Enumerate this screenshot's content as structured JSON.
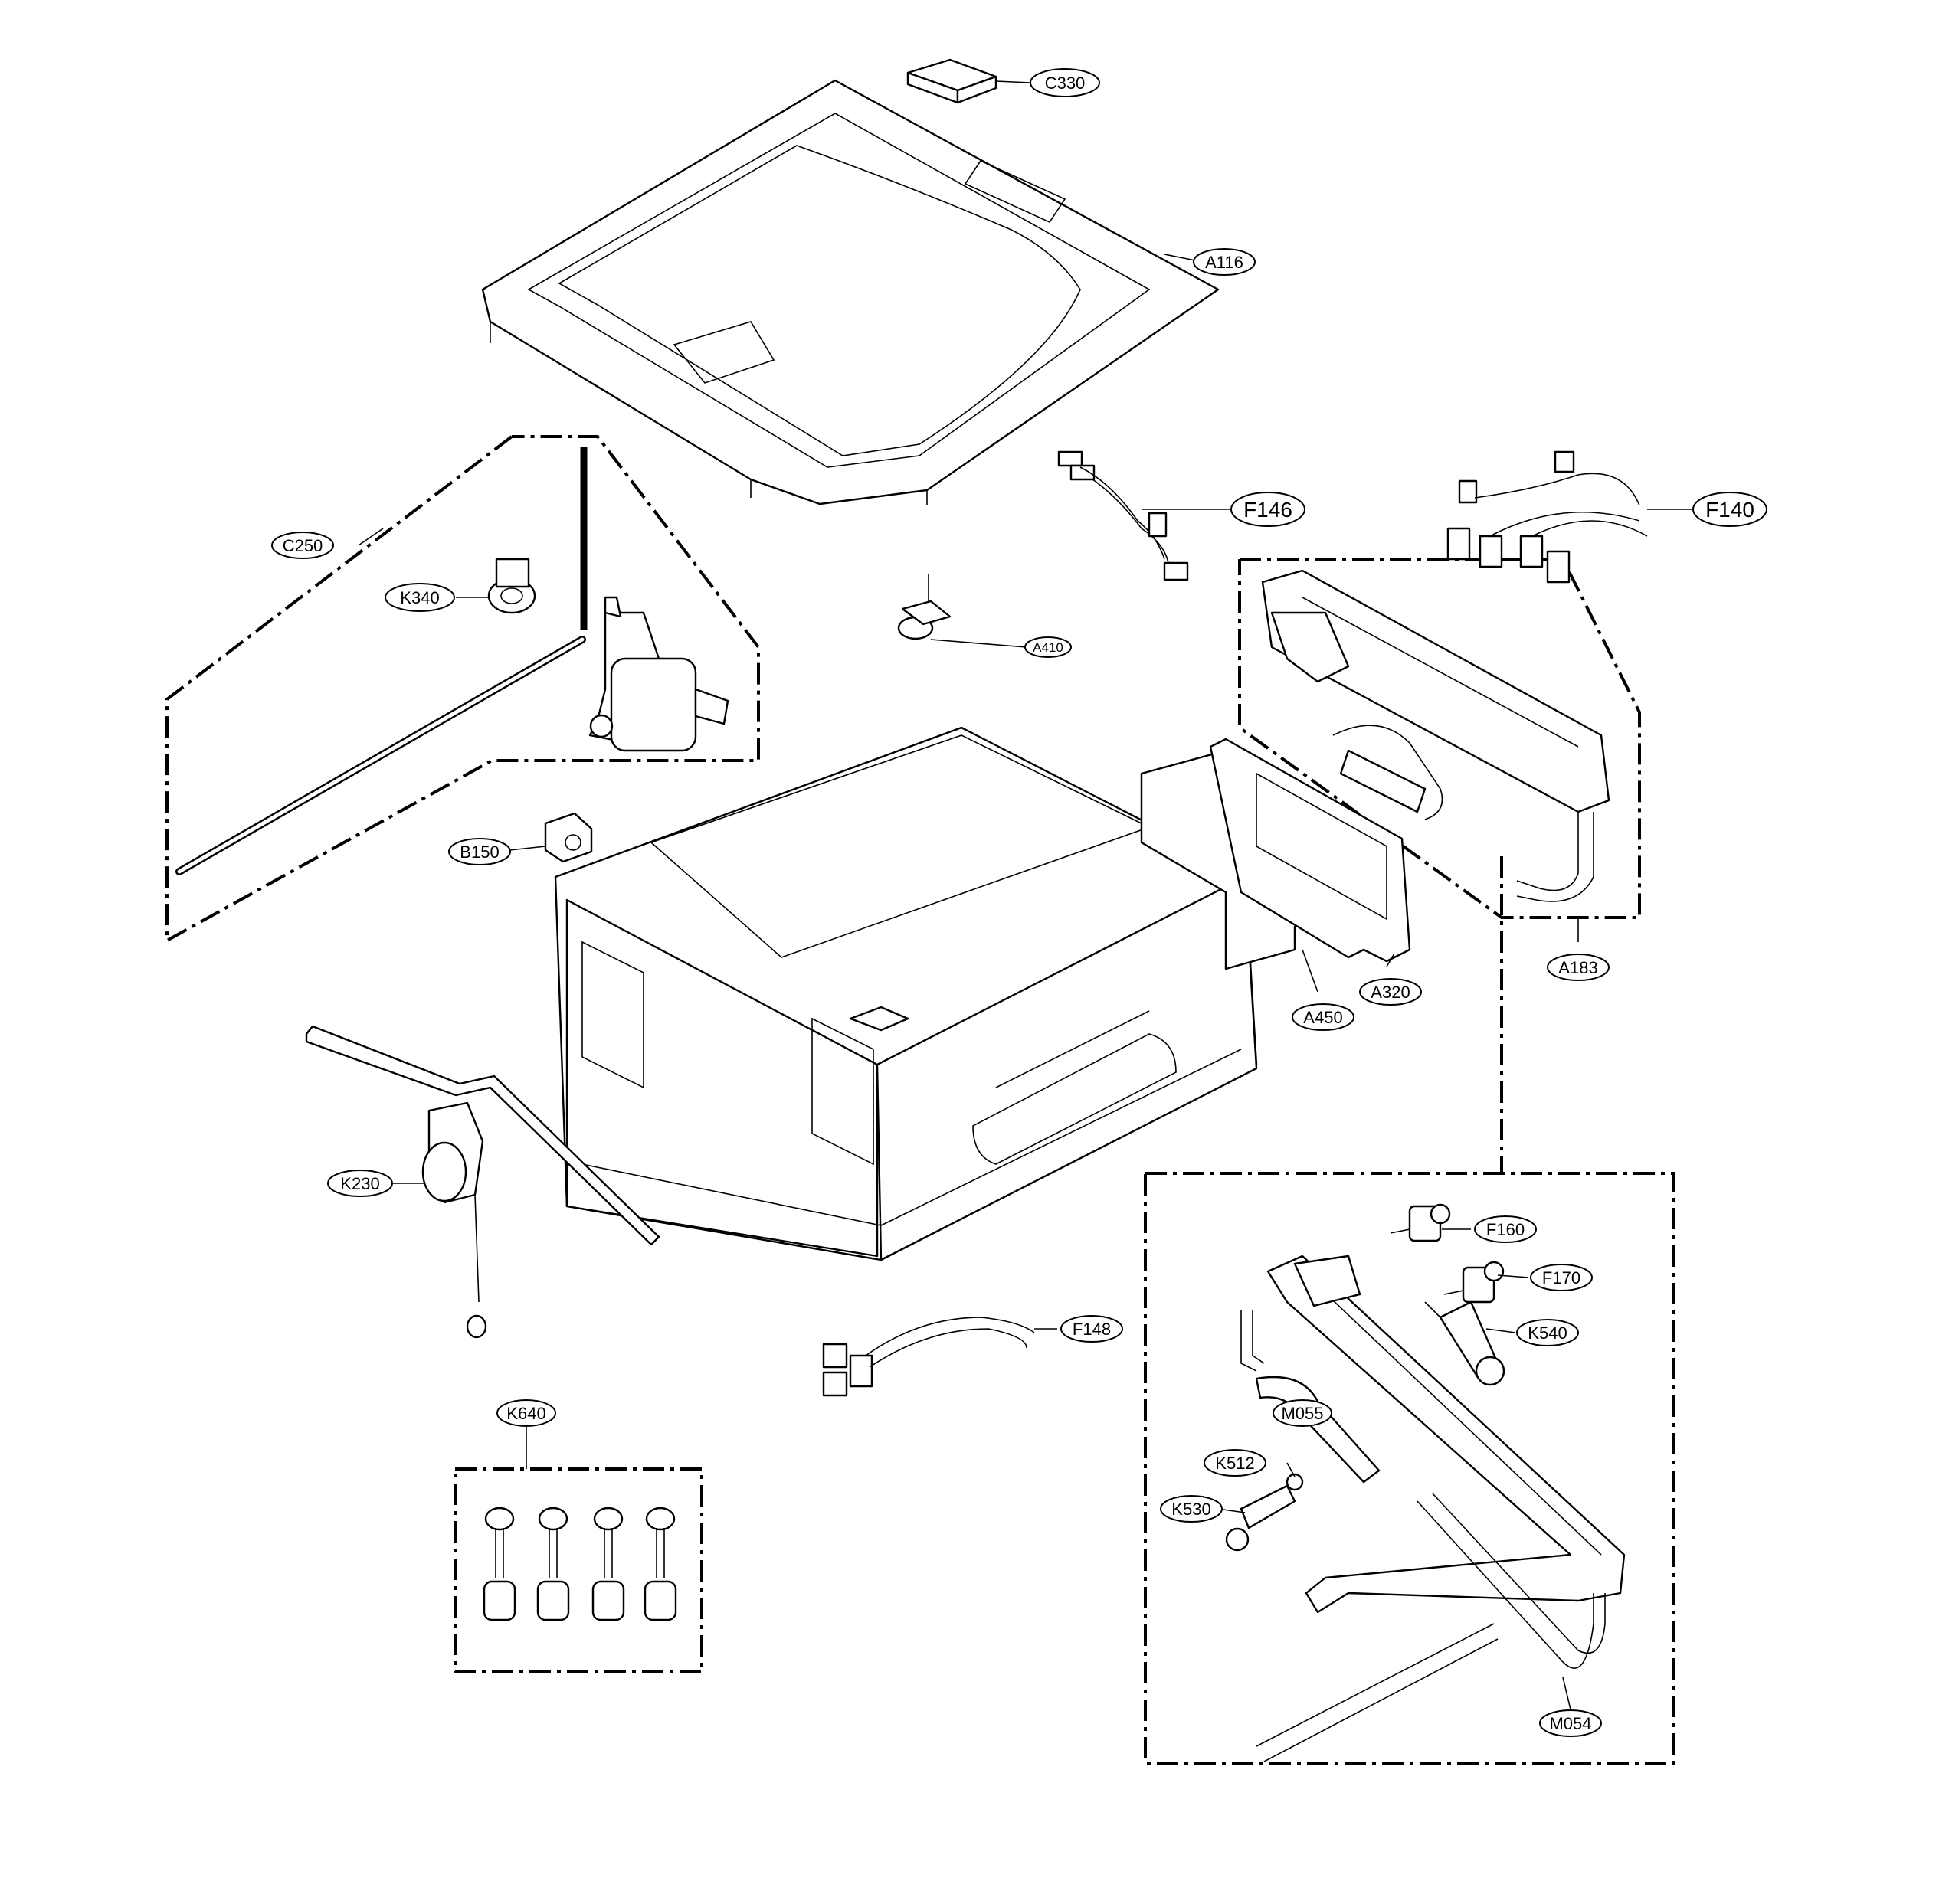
{
  "labels": {
    "C330": "C330",
    "A116": "A116",
    "F146": "F146",
    "F140": "F140",
    "C250": "C250",
    "K340": "K340",
    "A410": "A410",
    "B150": "B150",
    "A183": "A183",
    "A450": "A450",
    "A320": "A320",
    "K230": "K230",
    "F160": "F160",
    "F170": "F170",
    "K540": "K540",
    "F148": "F148",
    "M055": "M055",
    "K640": "K640",
    "K512": "K512",
    "K530": "K530",
    "M054": "M054"
  }
}
